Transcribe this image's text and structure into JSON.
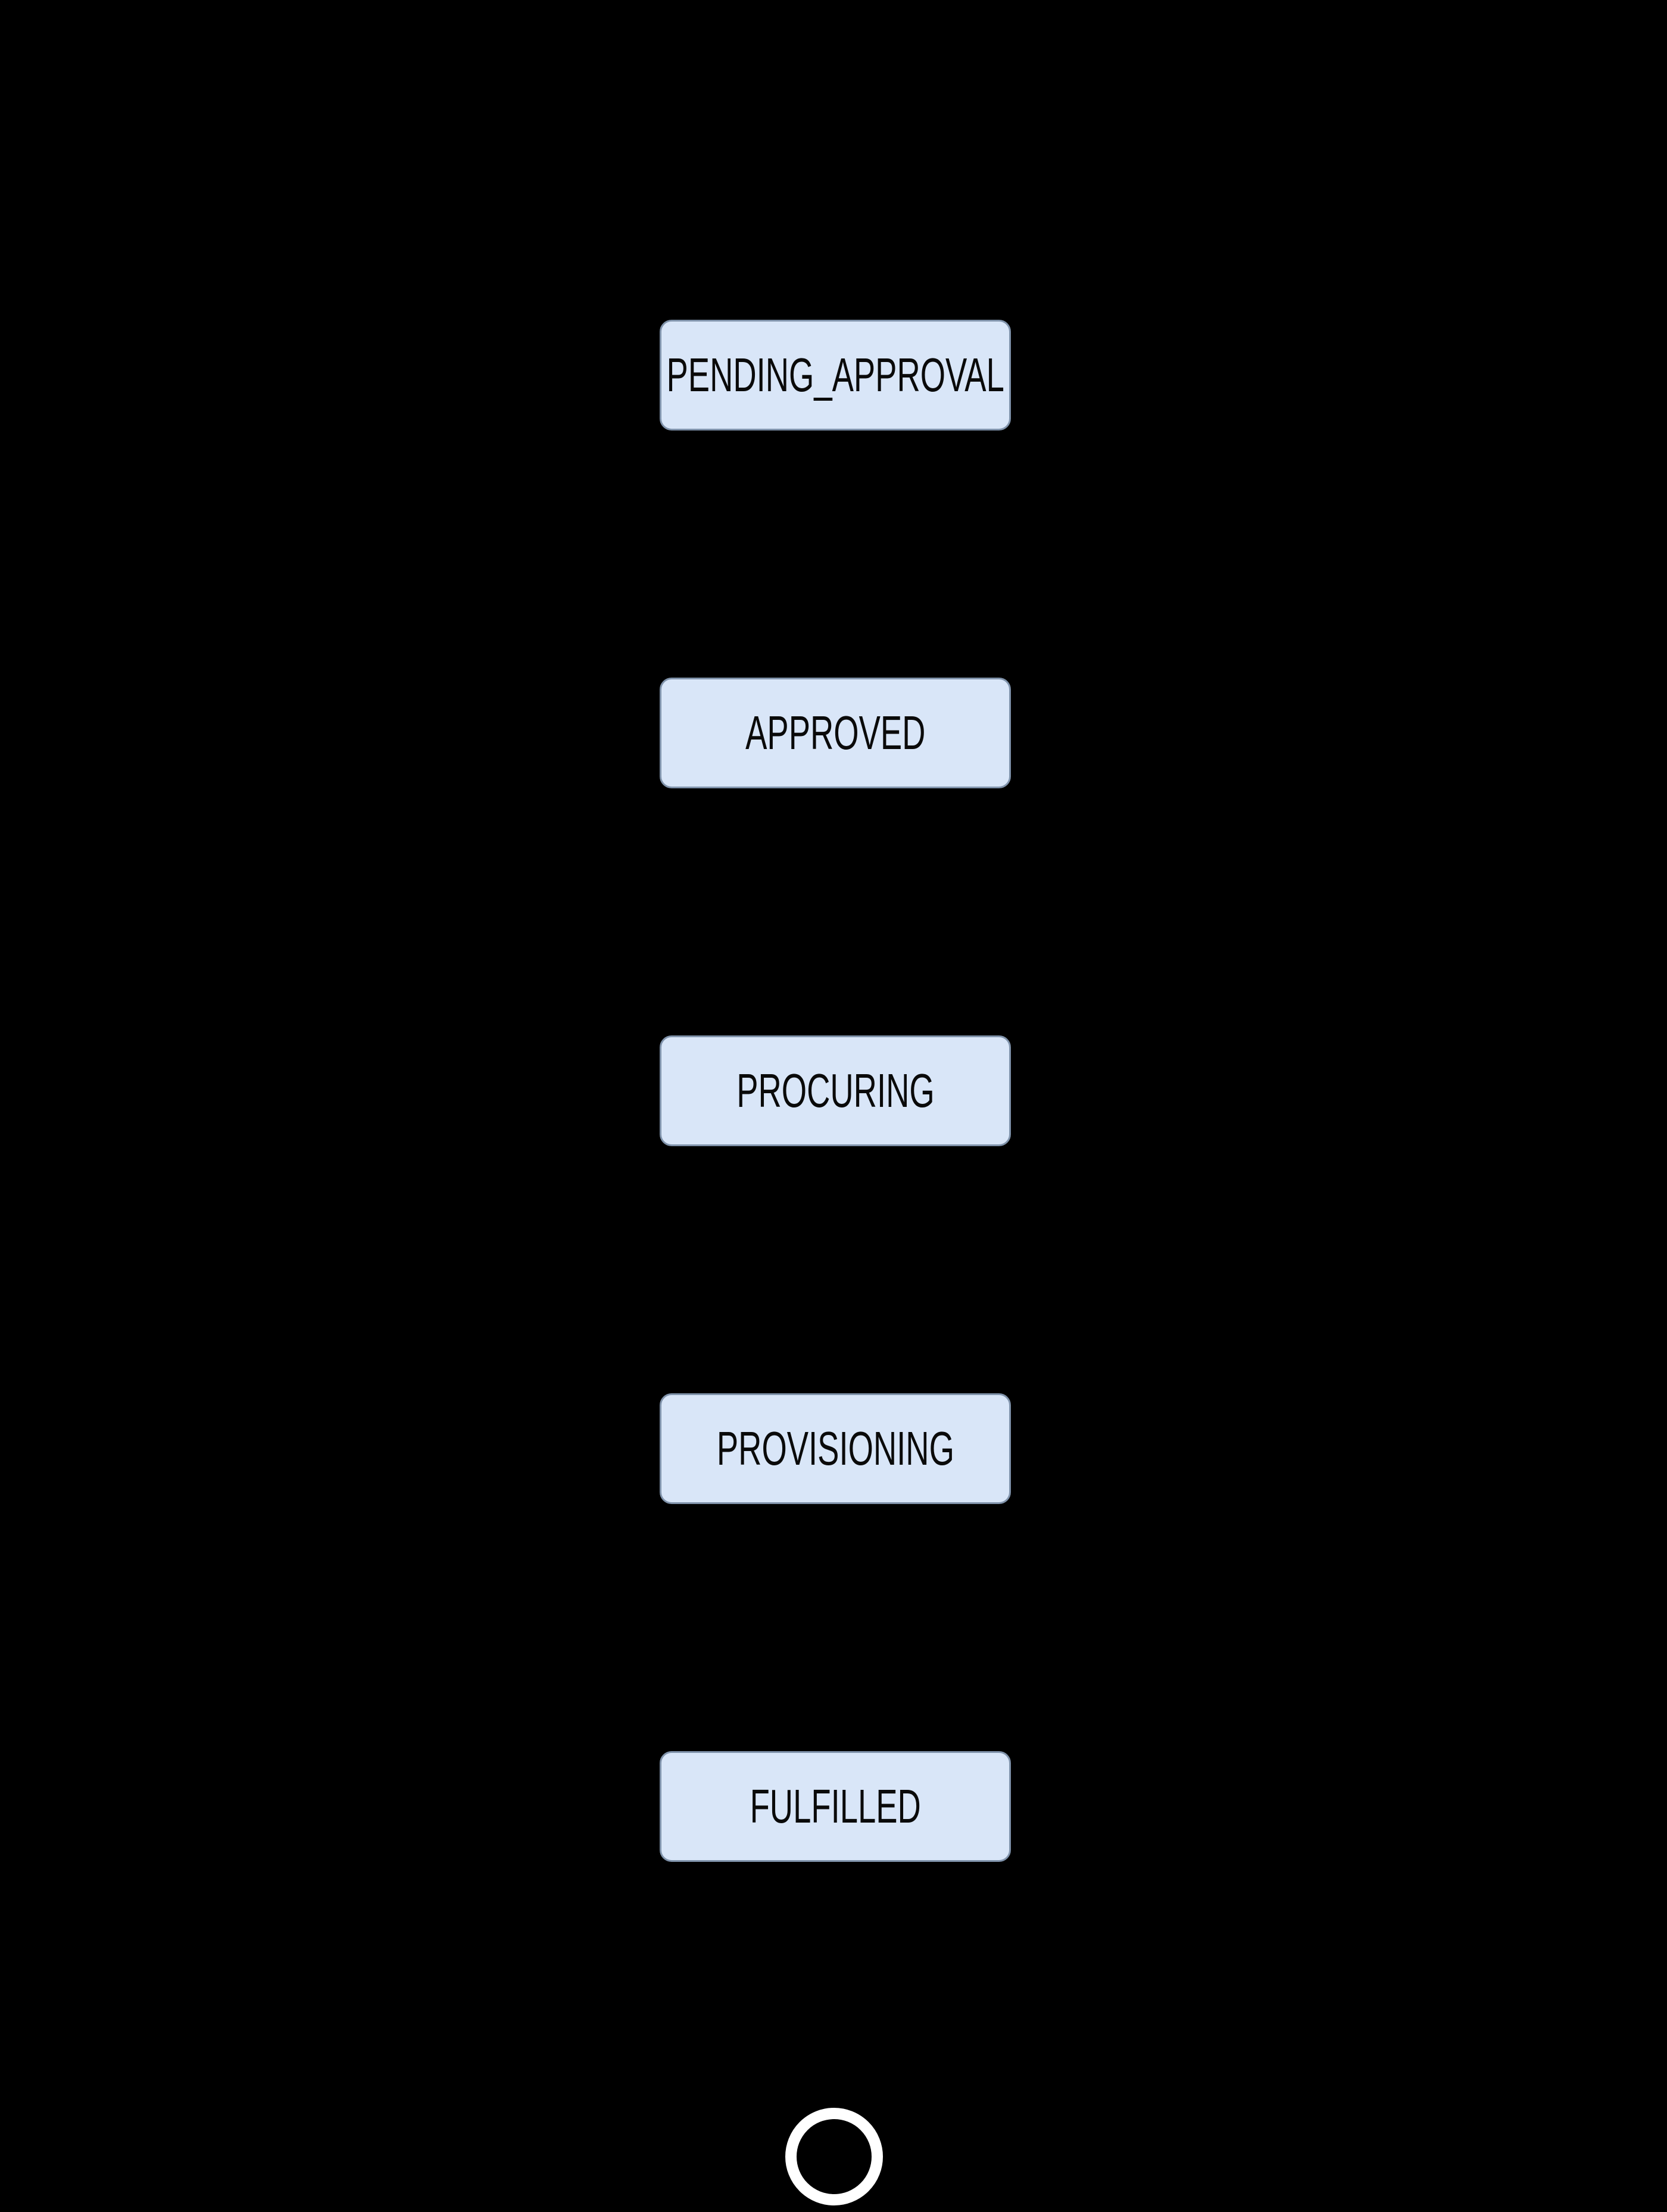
{
  "diagram": {
    "kind": "state-flow-diagram",
    "orientation": "vertical",
    "notes": "five state nodes stacked top-to-bottom with a final-state ring at the bottom; connectors not visible against black background"
  },
  "states": [
    {
      "label": "PENDING_APPROVAL"
    },
    {
      "label": "APPROVED"
    },
    {
      "label": "PROCURING"
    },
    {
      "label": "PROVISIONING"
    },
    {
      "label": "FULFILLED"
    }
  ],
  "final_state": {
    "shape": "ring-circle",
    "meaning": "final-state-marker"
  },
  "colors": {
    "background": "#000000",
    "node_fill": "#d9e6f8",
    "node_border": "#8093ab",
    "label_color": "#0a0a0a",
    "final_ring": "#ffffff"
  }
}
